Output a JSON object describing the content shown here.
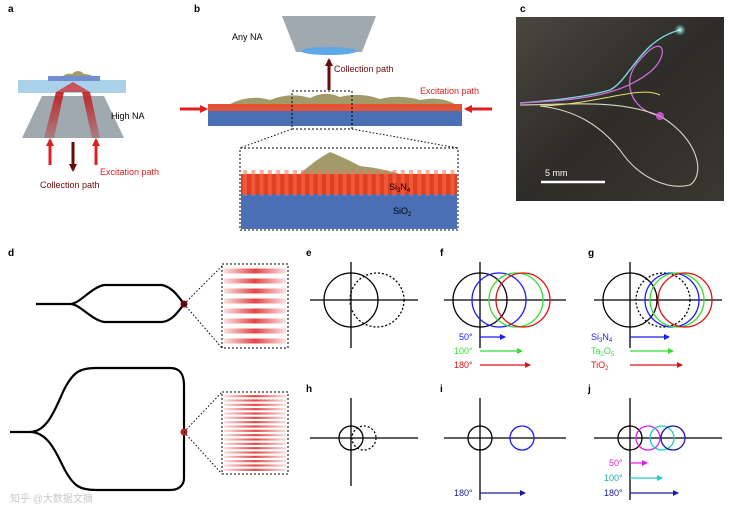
{
  "panel_labels": [
    "a",
    "b",
    "c",
    "d",
    "e",
    "f",
    "g",
    "h",
    "i",
    "j"
  ],
  "panel_a": {
    "objective_label": "High NA",
    "excitation_label": "Excitation path",
    "collection_label": "Collection path"
  },
  "panel_b": {
    "objective_label": "Any NA",
    "collection_label": "Collection path",
    "excitation_label": "Excitation path",
    "core_material": {
      "base": "Si",
      "sub1": "3",
      "mid": "N",
      "sub2": "4"
    },
    "substrate_material": {
      "base": "SiO",
      "sub1": "2"
    }
  },
  "panel_c": {
    "scale_label": "5 mm"
  },
  "panel_f": {
    "legend": [
      {
        "label": "50°",
        "color": "#1a1aff"
      },
      {
        "label": "100°",
        "color": "#33dd33"
      },
      {
        "label": "180°",
        "color": "#e01010"
      }
    ]
  },
  "panel_g": {
    "legend": [
      {
        "base": "Si",
        "s1": "3",
        "mid": "N",
        "s2": "4",
        "color": "#1a1aff"
      },
      {
        "base": "Ta",
        "s1": "2",
        "mid": "O",
        "s2": "5",
        "color": "#33dd33"
      },
      {
        "base": "TiO",
        "s1": "2",
        "mid": "",
        "s2": "",
        "color": "#e01010"
      }
    ]
  },
  "panel_i": {
    "legend": [
      {
        "label": "180°",
        "color": "#1a1aa0"
      }
    ]
  },
  "panel_j": {
    "legend": [
      {
        "label": "50°",
        "color": "#dd22dd"
      },
      {
        "label": "100°",
        "color": "#22cccc"
      },
      {
        "label": "180°",
        "color": "#1a1aa0"
      }
    ]
  },
  "colors": {
    "excitation": "#e02020",
    "collection": "#6a0a0a",
    "substrate": "#4a6fb5",
    "objective": "#a0a8b0",
    "coverslip": "#a9d2ea",
    "sample": "#a39a6a"
  },
  "watermark": "知乎 @大数据文摘"
}
